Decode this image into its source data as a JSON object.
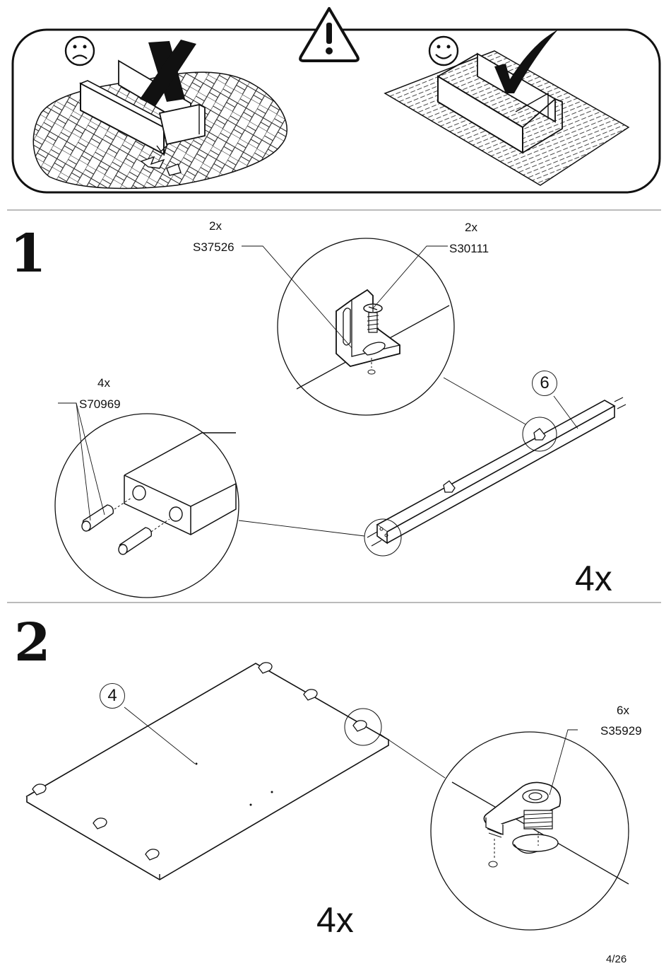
{
  "page": {
    "number": "4/26"
  },
  "warning": {
    "bad_icon": "sad-face-icon",
    "good_icon": "smiley-face-icon",
    "alert_icon": "warning-triangle-icon"
  },
  "steps": [
    {
      "number": "1",
      "part_label": "6",
      "multiplier": "4x",
      "hardware": [
        {
          "qty": "2x",
          "code": "S37526"
        },
        {
          "qty": "2x",
          "code": "S30111"
        },
        {
          "qty": "4x",
          "code": "S70969"
        }
      ]
    },
    {
      "number": "2",
      "part_label": "4",
      "multiplier": "4x",
      "hardware": [
        {
          "qty": "6x",
          "code": "S35929"
        }
      ]
    }
  ]
}
